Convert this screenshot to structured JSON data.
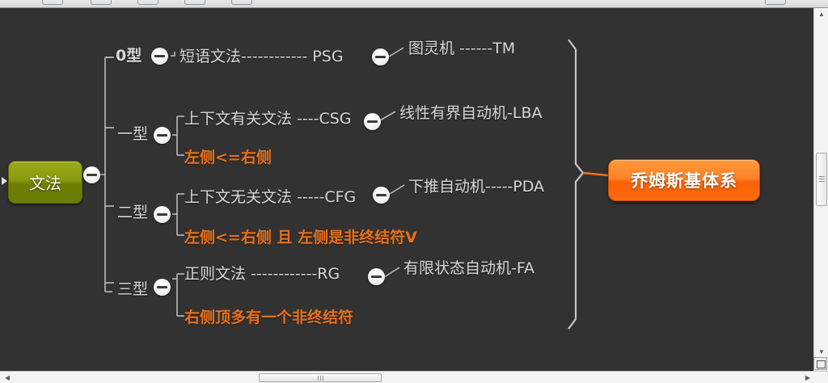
{
  "window": {
    "canvas_bg": "#333232",
    "accent_orange": "#e8701a",
    "root_green": "#8a9a10"
  },
  "toolbar": {
    "buttons": [
      {
        "name": "toolbar-button-1"
      },
      {
        "name": "toolbar-button-2"
      },
      {
        "name": "toolbar-button-3"
      },
      {
        "name": "toolbar-button-4"
      },
      {
        "name": "toolbar-button-5"
      },
      {
        "name": "toolbar-button-6"
      }
    ]
  },
  "mindmap": {
    "root": {
      "label": "文法"
    },
    "target": {
      "label": "乔姆斯基体系"
    },
    "branches": [
      {
        "type_label": "0型",
        "grammar_label": "短语文法------------ PSG",
        "automaton_label": "图灵机 ------TM",
        "constraint_label": ""
      },
      {
        "type_label": "一型",
        "grammar_label": "上下文有关文法 ----CSG",
        "automaton_label": "线性有界自动机-LBA",
        "constraint_label": "左侧<=右侧"
      },
      {
        "type_label": "二型",
        "grammar_label": "上下文无关文法 -----CFG",
        "automaton_label": "下推自动机-----PDA",
        "constraint_label": "左侧<=右侧 且 左侧是非终结符V"
      },
      {
        "type_label": "三型",
        "grammar_label": "正则文法 ------------RG",
        "automaton_label": "有限状态自动机-FA",
        "constraint_label": "右侧顶多有一个非终结符"
      }
    ]
  },
  "scrollbars": {
    "vertical": {
      "up_arrow": "▲",
      "down_arrow": "▼"
    },
    "horizontal": {
      "left_arrow": "◀",
      "right_arrow": "▶"
    }
  }
}
